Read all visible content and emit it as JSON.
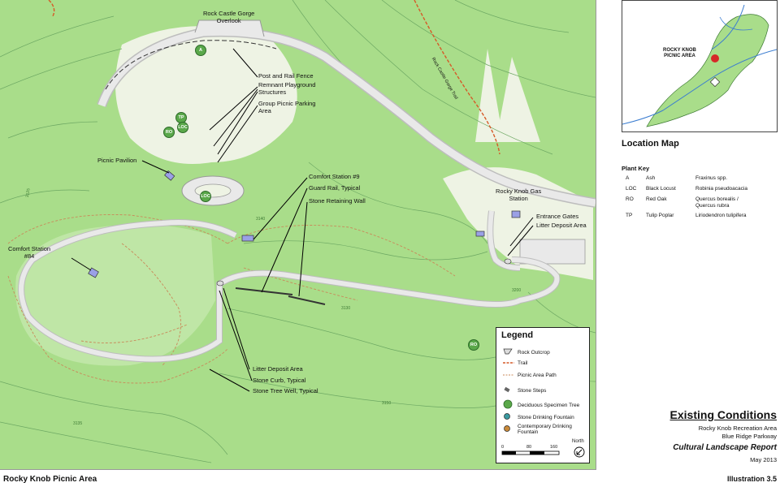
{
  "colors": {
    "land": "#a9dd8a",
    "open_field": "#eef3e4",
    "road": "#d6d6d6",
    "contour": "#6da863",
    "trail": "#d65a28",
    "path": "#c98a5a",
    "water": "#3b7dd0",
    "structure": "#9aa0e6"
  },
  "map": {
    "labels": {
      "overlook": "Rock Castle Gorge\nOverlook",
      "post_rail_fence": "Post and Rail Fence",
      "playground": "Remnant Playground\nStructures",
      "group_parking": "Group Picnic Parking\nArea",
      "picnic_pavilion": "Picnic Pavilion",
      "comfort_station_9": "Comfort Station #9",
      "guard_rail": "Guard Rail, Typical",
      "stone_wall": "Stone Retaining Wall",
      "gas_station": "Rocky Knob Gas\nStation",
      "entrance_gates": "Entrance Gates",
      "litter_deposit_1": "Litter Deposit Area",
      "comfort_station_84": "Comfort Station\n#84",
      "litter_deposit_2": "Litter Deposit Area",
      "stone_curb": "Stone Curb, Typical",
      "stone_tree_well": "Stone Tree Well, Typical",
      "trail_name": "Rock Castle Gorge Trail"
    },
    "trees": [
      {
        "code": "A"
      },
      {
        "code": "TP"
      },
      {
        "code": "LOC"
      },
      {
        "code": "RO"
      },
      {
        "code": "LOC"
      },
      {
        "code": "RO"
      }
    ],
    "contours": [
      "3125",
      "3130",
      "3135",
      "3140",
      "3150",
      "3200"
    ]
  },
  "legend": {
    "title": "Legend",
    "items": [
      {
        "label": "Rock Outcrop",
        "icon": "rock-outcrop-icon"
      },
      {
        "label": "Trail",
        "icon": "trail-line-icon"
      },
      {
        "label": "Picnic Area Path",
        "icon": "path-line-icon"
      },
      {
        "label": "Stone Steps",
        "icon": "stone-steps-icon"
      },
      {
        "label": "Deciduous Specimen Tree",
        "icon": "tree-icon"
      },
      {
        "label": "Stone Drinking Fountain",
        "icon": "fountain-icon"
      },
      {
        "label": "Contemporary Drinking\nFountain",
        "icon": "contemporary-fountain-icon"
      }
    ],
    "scale_ticks": [
      "0",
      "80",
      "160"
    ],
    "north_label": "North"
  },
  "location_map": {
    "title": "Location Map",
    "label": "ROCKY KNOB\nPICNIC AREA"
  },
  "plant_key": {
    "title": "Plant Key",
    "rows": [
      {
        "code": "A",
        "common": "Ash",
        "latin": "Fraxinus spp."
      },
      {
        "code": "LOC",
        "common": "Black Locust",
        "latin": "Robinia pseudoacacia"
      },
      {
        "code": "RO",
        "common": "Red Oak",
        "latin": "Quercus borealis /\nQuercus rubra"
      },
      {
        "code": "TP",
        "common": "Tulip Poplar",
        "latin": "Liriodendron tulipifera"
      }
    ]
  },
  "title_block": {
    "title": "Existing Conditions",
    "line1": "Rocky Knob Recreation Area",
    "line2": "Blue Ridge Parkway",
    "report": "Cultural Landscape Report",
    "date": "May 2013"
  },
  "footer": {
    "left": "Rocky Knob Picnic Area",
    "right": "Illustration 3.5"
  }
}
